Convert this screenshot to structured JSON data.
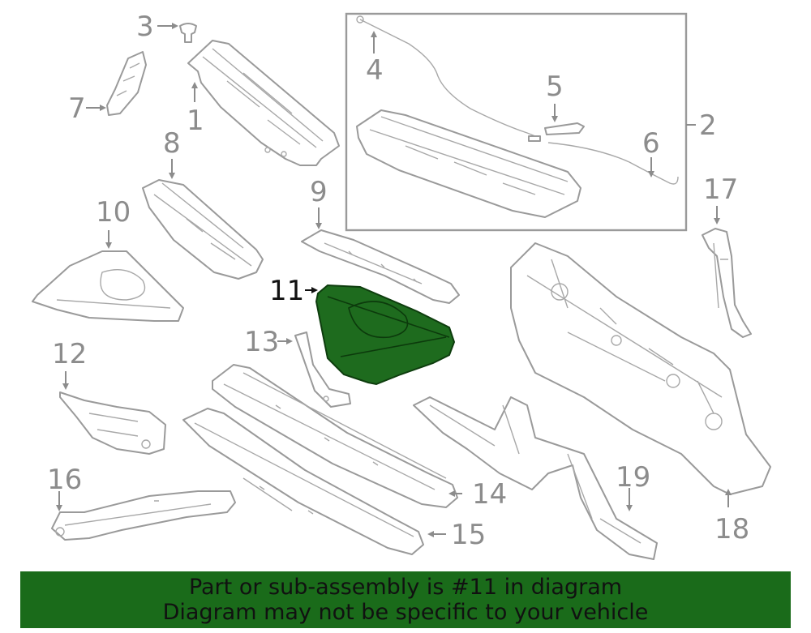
{
  "diagram": {
    "highlighted_part": "11",
    "callouts": {
      "c1": "1",
      "c2": "2",
      "c3": "3",
      "c4": "4",
      "c5": "5",
      "c6": "6",
      "c7": "7",
      "c8": "8",
      "c9": "9",
      "c10": "10",
      "c11": "11",
      "c12": "12",
      "c13": "13",
      "c14": "14",
      "c15": "15",
      "c16": "16",
      "c17": "17",
      "c18": "18",
      "c19": "19"
    },
    "colors": {
      "highlight": "#1e6b1e",
      "line_art": "#9a9a9a",
      "banner": "#1a6b1a"
    }
  },
  "banner": {
    "line1": "Part or sub-assembly is #11 in diagram",
    "line2": "Diagram may not be specific to your vehicle"
  }
}
